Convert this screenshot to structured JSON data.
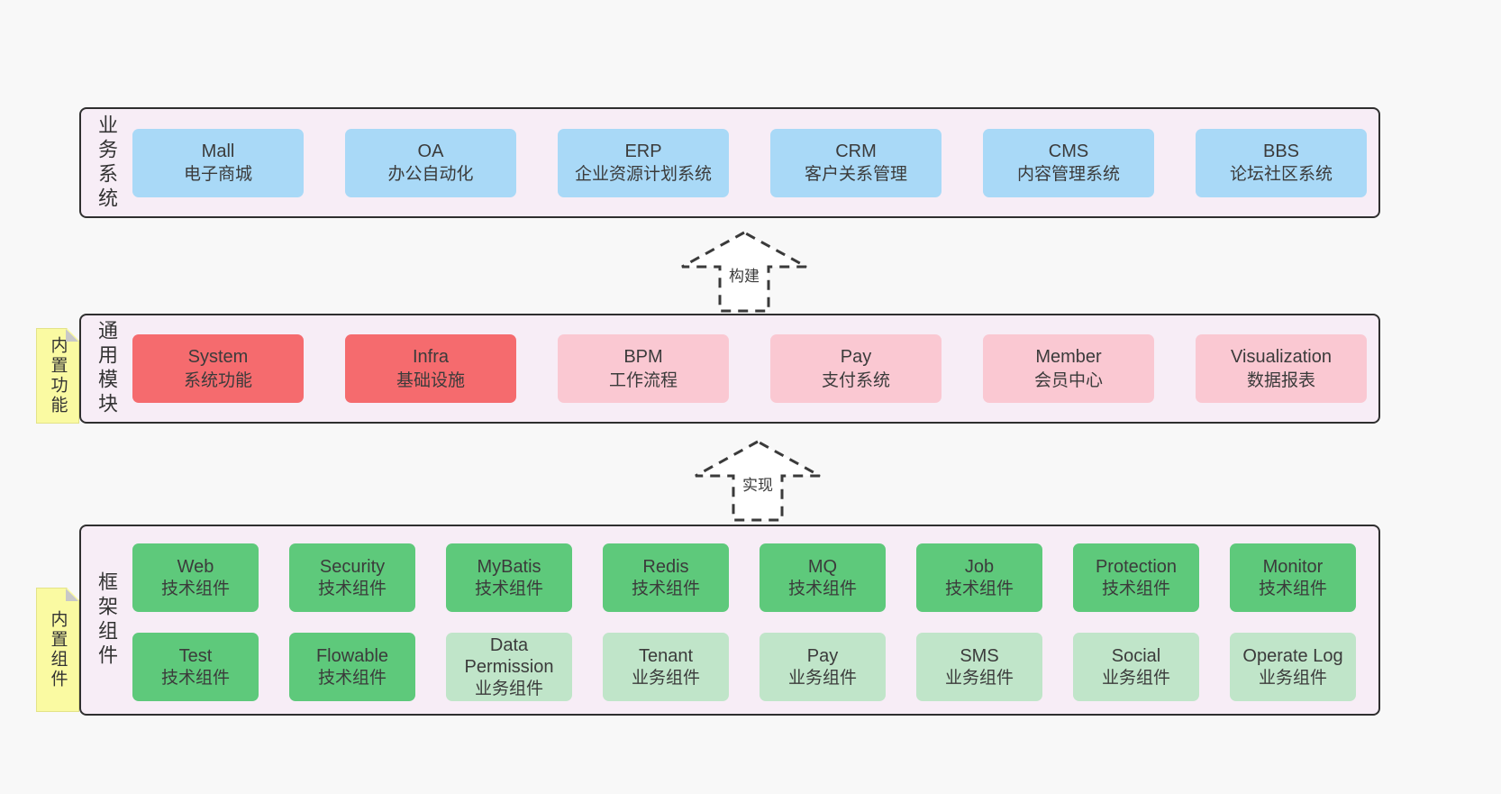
{
  "colors": {
    "page_bg": "#f8f8f8",
    "panel_bg": "#f7edf6",
    "panel_border": "#2f2f2f",
    "blue_box": "#a9d9f7",
    "red_box": "#f56b6e",
    "pink_box": "#fac8d2",
    "green_box": "#5ec97b",
    "light_green_box": "#c0e5c9",
    "sticky_note": "#fafaa2",
    "fold_gray": "#c8c8c8",
    "text": "#3b3b3b"
  },
  "sections": [
    {
      "label": "业务系统",
      "boxes": [
        {
          "en": "Mall",
          "zh": "电子商城"
        },
        {
          "en": "OA",
          "zh": "办公自动化"
        },
        {
          "en": "ERP",
          "zh": "企业资源计划系统"
        },
        {
          "en": "CRM",
          "zh": "客户关系管理"
        },
        {
          "en": "CMS",
          "zh": "内容管理系统"
        },
        {
          "en": "BBS",
          "zh": "论坛社区系统"
        }
      ]
    },
    {
      "label": "通用模块",
      "note": "内置功能",
      "boxes": [
        {
          "en": "System",
          "zh": "系统功能"
        },
        {
          "en": "Infra",
          "zh": "基础设施"
        },
        {
          "en": "BPM",
          "zh": "工作流程"
        },
        {
          "en": "Pay",
          "zh": "支付系统"
        },
        {
          "en": "Member",
          "zh": "会员中心"
        },
        {
          "en": "Visualization",
          "zh": "数据报表"
        }
      ]
    },
    {
      "label": "框架组件",
      "note": "内置组件",
      "rows": [
        [
          {
            "en": "Web",
            "zh": "技术组件"
          },
          {
            "en": "Security",
            "zh": "技术组件"
          },
          {
            "en": "MyBatis",
            "zh": "技术组件"
          },
          {
            "en": "Redis",
            "zh": "技术组件"
          },
          {
            "en": "MQ",
            "zh": "技术组件"
          },
          {
            "en": "Job",
            "zh": "技术组件"
          },
          {
            "en": "Protection",
            "zh": "技术组件"
          },
          {
            "en": "Monitor",
            "zh": "技术组件"
          }
        ],
        [
          {
            "en": "Test",
            "zh": "技术组件"
          },
          {
            "en": "Flowable",
            "zh": "技术组件"
          },
          {
            "en": "Data Permission",
            "zh": "业务组件"
          },
          {
            "en": "Tenant",
            "zh": "业务组件"
          },
          {
            "en": "Pay",
            "zh": "业务组件"
          },
          {
            "en": "SMS",
            "zh": "业务组件"
          },
          {
            "en": "Social",
            "zh": "业务组件"
          },
          {
            "en": "Operate Log",
            "zh": "业务组件"
          }
        ]
      ]
    }
  ],
  "arrows": [
    {
      "label": "构建"
    },
    {
      "label": "实现"
    }
  ]
}
